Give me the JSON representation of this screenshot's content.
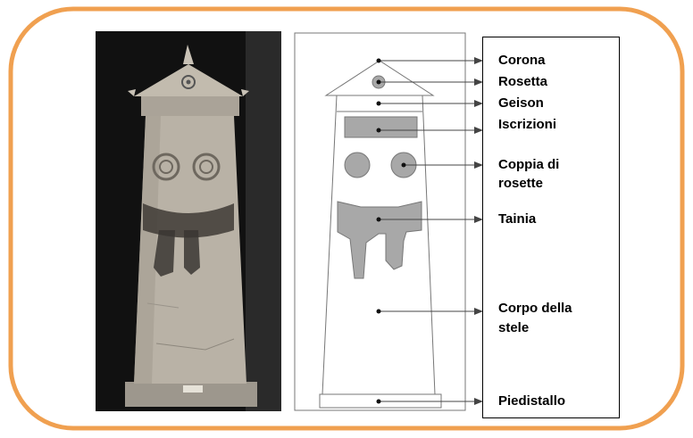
{
  "frame": {
    "border_color": "#f0a050"
  },
  "photo": {
    "background": "#111111",
    "stone": "#b9b2a6"
  },
  "diagram": {
    "stroke": "#777777",
    "fill": "#a8a8a8"
  },
  "labels": [
    {
      "id": "corona",
      "text": "Corona"
    },
    {
      "id": "rosetta",
      "text": "Rosetta"
    },
    {
      "id": "geison",
      "text": "Geison"
    },
    {
      "id": "iscrizioni",
      "text": "Iscrizioni"
    },
    {
      "id": "coppia-1",
      "text": "Coppia di"
    },
    {
      "id": "coppia-2",
      "text": "rosette"
    },
    {
      "id": "tainia",
      "text": "Tainia"
    },
    {
      "id": "corpo-1",
      "text": "Corpo della"
    },
    {
      "id": "corpo-2",
      "text": "stele"
    },
    {
      "id": "piedistallo",
      "text": "Piedistallo"
    }
  ]
}
